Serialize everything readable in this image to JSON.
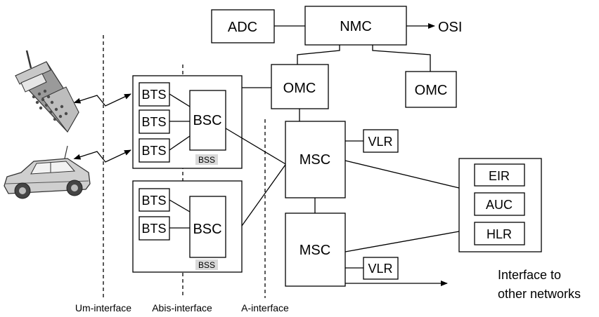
{
  "nodes": {
    "adc": "ADC",
    "nmc": "NMC",
    "osi": "OSI",
    "omc_1": "OMC",
    "omc_2": "OMC",
    "bts_1": "BTS",
    "bts_2": "BTS",
    "bts_3": "BTS",
    "bts_4": "BTS",
    "bts_5": "BTS",
    "bsc_1": "BSC",
    "bsc_2": "BSC",
    "bss_1": "BSS",
    "bss_2": "BSS",
    "msc_1": "MSC",
    "msc_2": "MSC",
    "vlr_1": "VLR",
    "vlr_2": "VLR",
    "eir": "EIR",
    "auc": "AUC",
    "hlr": "HLR"
  },
  "interfaces": {
    "um": "Um-interface",
    "abis": "Abis-interface",
    "a": "A-interface"
  },
  "note": {
    "line1": "Interface to",
    "line2": "other networks"
  },
  "icons": {
    "phone": "mobile-phone-icon",
    "car": "car-icon"
  },
  "colors": {
    "line": "#000000",
    "bss_label_bg": "#d9d9d9"
  }
}
